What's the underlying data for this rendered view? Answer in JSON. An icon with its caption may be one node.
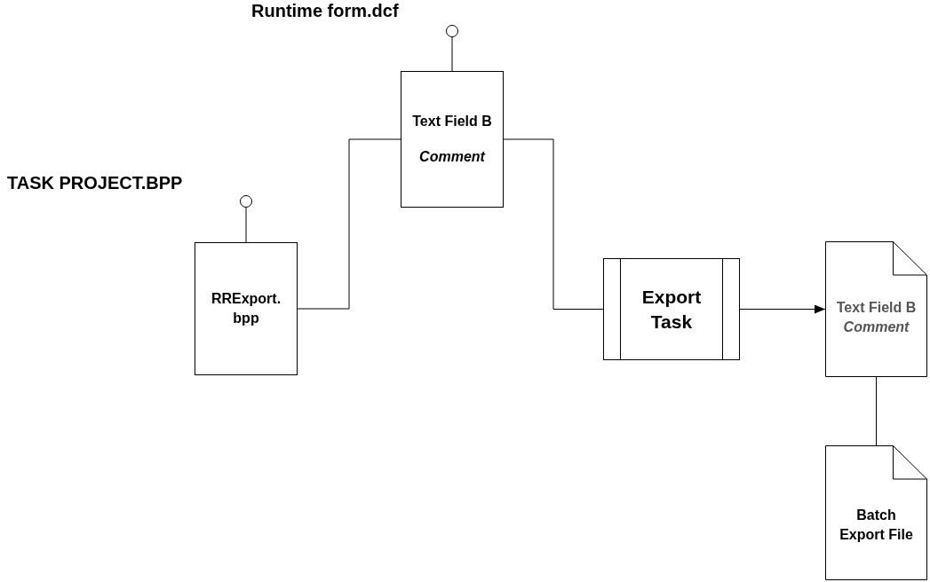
{
  "diagram": {
    "nodes": [
      {
        "text": [],
        "shape": "circle",
        "beside": [
          "TASK PROJECT.BPP"
        ]
      },
      {
        "text": [
          "RRExport. bpp"
        ]
      },
      {
        "text": [],
        "shape": "circle",
        "beside": [
          "Runtime form.dcf"
        ]
      },
      {
        "text": [
          "Text Field B",
          "Comment"
        ]
      },
      {
        "text": [
          "Export Task"
        ]
      },
      {
        "text": [
          "Text Field B",
          "Comment"
        ]
      },
      {
        "text": [
          "Batch Export File"
        ]
      }
    ],
    "edges": [
      {
        "from": 0,
        "to": 1,
        "arrow": "none"
      },
      {
        "from": 2,
        "to": 3,
        "arrow": "none"
      },
      {
        "from": 1,
        "to": 3,
        "arrow": "none"
      },
      {
        "from": 3,
        "to": 4,
        "arrow": "none"
      },
      {
        "from": 4,
        "to": 5,
        "arrow": "to"
      },
      {
        "from": 5,
        "to": 6,
        "arrow": "none"
      }
    ]
  }
}
